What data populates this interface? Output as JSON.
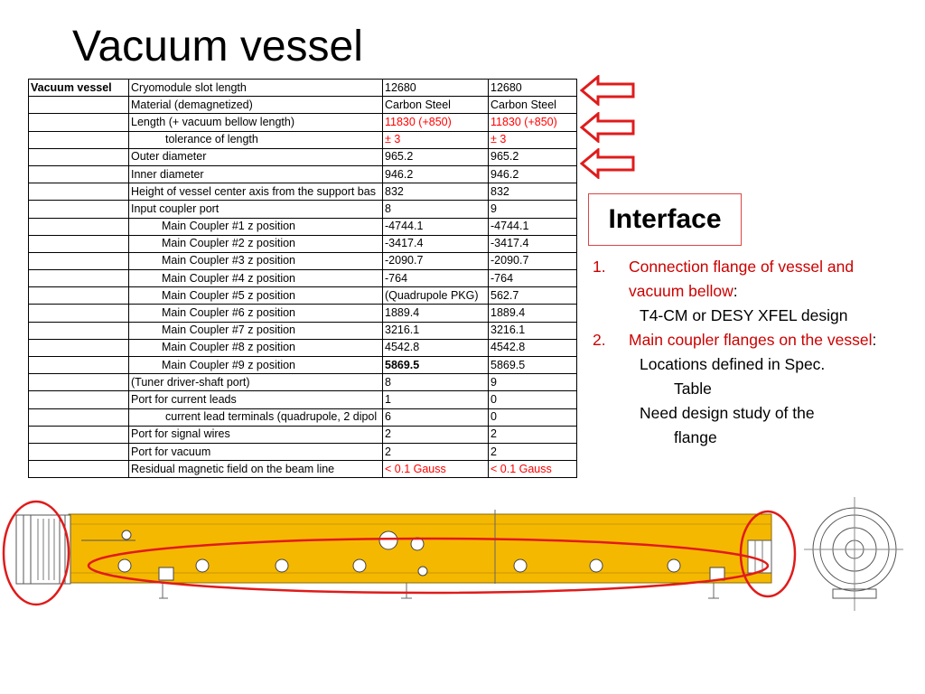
{
  "slide_title": "Vacuum vessel",
  "table": {
    "rows": [
      {
        "c1": "Vacuum vessel",
        "c2": "Cryomodule slot length",
        "c3": "12680",
        "c4": "12680",
        "indent": 0,
        "red": false
      },
      {
        "c1": "",
        "c2": "Material (demagnetized)",
        "c3": "Carbon Steel",
        "c4": "Carbon Steel",
        "indent": 0,
        "red": false
      },
      {
        "c1": "",
        "c2": "Length (+ vacuum bellow length)",
        "c3": "11830 (+850)",
        "c4": "11830 (+850)",
        "indent": 0,
        "red": true
      },
      {
        "c1": "",
        "c2": "tolerance of length",
        "c3": "± 3",
        "c4": "± 3",
        "indent": 1,
        "red": true
      },
      {
        "c1": "",
        "c2": "Outer diameter",
        "c3": "965.2",
        "c4": "965.2",
        "indent": 0,
        "red": false
      },
      {
        "c1": "",
        "c2": "Inner diameter",
        "c3": "946.2",
        "c4": "946.2",
        "indent": 0,
        "red": false
      },
      {
        "c1": "",
        "c2": "Height of vessel center axis from the support bas",
        "c3": "832",
        "c4": "832",
        "indent": 0,
        "red": false
      },
      {
        "c1": "",
        "c2": "Input coupler port",
        "c3": "8",
        "c4": "9",
        "indent": 0,
        "red": false
      },
      {
        "c1": "",
        "c2": "Main Coupler #1 z position",
        "c3": "-4744.1",
        "c4": "-4744.1",
        "indent": 2,
        "red": false
      },
      {
        "c1": "",
        "c2": "Main Coupler #2 z position",
        "c3": "-3417.4",
        "c4": "-3417.4",
        "indent": 2,
        "red": false
      },
      {
        "c1": "",
        "c2": "Main Coupler #3 z position",
        "c3": "-2090.7",
        "c4": "-2090.7",
        "indent": 2,
        "red": false
      },
      {
        "c1": "",
        "c2": "Main Coupler #4 z position",
        "c3": "-764",
        "c4": "-764",
        "indent": 2,
        "red": false
      },
      {
        "c1": "",
        "c2": "Main Coupler #5 z position",
        "c3": "(Quadrupole PKG)",
        "c4": "562.7",
        "indent": 2,
        "red": false
      },
      {
        "c1": "",
        "c2": "Main Coupler #6 z position",
        "c3": "1889.4",
        "c4": "1889.4",
        "indent": 2,
        "red": false
      },
      {
        "c1": "",
        "c2": "Main Coupler #7 z position",
        "c3": "3216.1",
        "c4": "3216.1",
        "indent": 2,
        "red": false
      },
      {
        "c1": "",
        "c2": "Main Coupler #8 z position",
        "c3": "4542.8",
        "c4": "4542.8",
        "indent": 2,
        "red": false
      },
      {
        "c1": "",
        "c2": "Main Coupler #9 z position",
        "c3": "5869.5",
        "c4": "5869.5",
        "indent": 2,
        "red": false,
        "c3_bold": true
      },
      {
        "c1": "",
        "c2": "(Tuner driver-shaft port)",
        "c3": "8",
        "c4": "9",
        "indent": 0,
        "red": false
      },
      {
        "c1": "",
        "c2": "Port for current leads",
        "c3": "1",
        "c4": "0",
        "indent": 0,
        "red": false
      },
      {
        "c1": "",
        "c2": "current lead terminals (quadrupole, 2 dipol",
        "c3": "6",
        "c4": "0",
        "indent": 3,
        "red": false
      },
      {
        "c1": "",
        "c2": "Port for signal wires",
        "c3": "2",
        "c4": "2",
        "indent": 0,
        "red": false
      },
      {
        "c1": "",
        "c2": "Port for vacuum",
        "c3": "2",
        "c4": "2",
        "indent": 0,
        "red": false
      },
      {
        "c1": "",
        "c2": "Residual magnetic field on the beam line",
        "c3": "< 0.1 Gauss",
        "c4": "< 0.1 Gauss",
        "indent": 0,
        "red": true
      }
    ]
  },
  "interface": {
    "title": "Interface",
    "items": [
      {
        "num": "1.",
        "head": "Connection flange of vessel and vacuum bellow",
        "colon": ":",
        "subs": [
          {
            "text": "T4-CM or DESY XFEL design"
          }
        ]
      },
      {
        "num": "2.",
        "head": "Main coupler flanges on the vessel",
        "colon": ":",
        "subs": [
          {
            "text": "Locations defined in Spec.",
            "cont": "Table"
          },
          {
            "text": "Need design study of the",
            "cont": "flange"
          }
        ]
      }
    ]
  },
  "colors": {
    "red": "#ff0000",
    "annotation_red": "#e01b1b",
    "vessel_yellow": "#f5b800"
  },
  "icons": {
    "arrow": "left-arrow-icon"
  }
}
